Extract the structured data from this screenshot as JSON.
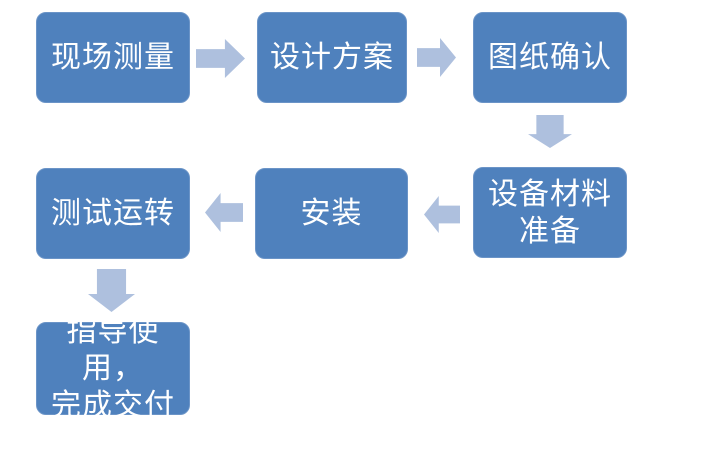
{
  "theme": {
    "background": "#ffffff",
    "node_fill": "#4f81bd",
    "node_edge": "#6b94c7",
    "arrow_fill": "#aec0de",
    "node_text": "#ffffff"
  },
  "flowchart": {
    "type": "process-flow",
    "nodes": [
      {
        "id": "site-measurement",
        "label": "现场测量"
      },
      {
        "id": "design-plan",
        "label": "设计方案"
      },
      {
        "id": "drawing-confirmation",
        "label": "图纸确认"
      },
      {
        "id": "equipment-material-preparation",
        "label": "设备材料\n准备"
      },
      {
        "id": "installation",
        "label": "安装"
      },
      {
        "id": "test-run",
        "label": "测试运转"
      },
      {
        "id": "guide-use-complete-delivery",
        "label": "指导使用，\n完成交付"
      }
    ],
    "connections": [
      {
        "from": "site-measurement",
        "to": "design-plan",
        "direction": "right"
      },
      {
        "from": "design-plan",
        "to": "drawing-confirmation",
        "direction": "right"
      },
      {
        "from": "drawing-confirmation",
        "to": "equipment-material-preparation",
        "direction": "down"
      },
      {
        "from": "equipment-material-preparation",
        "to": "installation",
        "direction": "left"
      },
      {
        "from": "installation",
        "to": "test-run",
        "direction": "left"
      },
      {
        "from": "test-run",
        "to": "guide-use-complete-delivery",
        "direction": "down"
      }
    ]
  }
}
